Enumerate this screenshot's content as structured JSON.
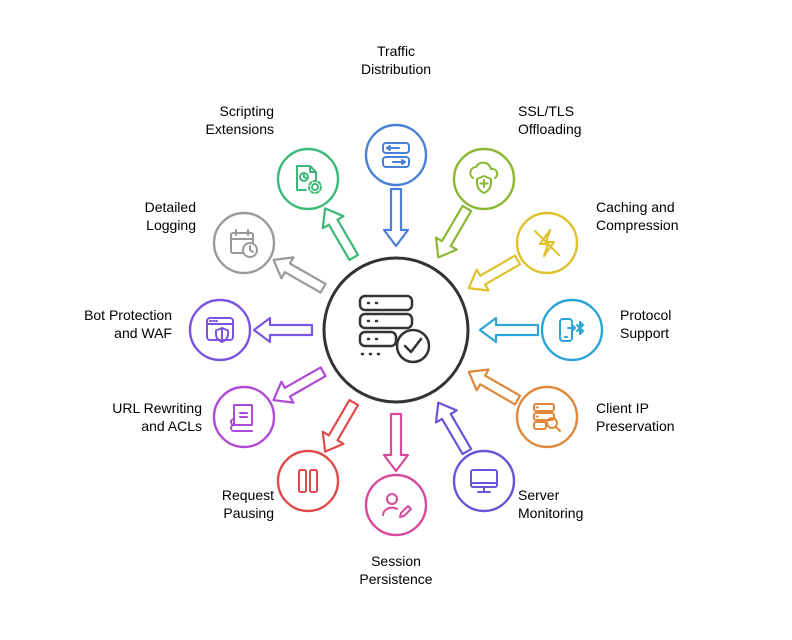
{
  "hub": {
    "icon": "server-check-icon",
    "stroke_color": "#333333"
  },
  "features": [
    {
      "id": "traffic-distribution",
      "line1": "Traffic",
      "line2": "Distribution",
      "color": "#4a7fd6",
      "icon": "arrows-swap-icon"
    },
    {
      "id": "ssl-tls-offloading",
      "line1": "SSL/TLS",
      "line2": "Offloading",
      "color": "#8ab833",
      "icon": "cloud-shield-icon"
    },
    {
      "id": "caching-compression",
      "line1": "Caching and",
      "line2": "Compression",
      "color": "#e0c12a",
      "icon": "lightning-off-icon"
    },
    {
      "id": "protocol-support",
      "line1": "Protocol",
      "line2": "Support",
      "color": "#2aa6d6",
      "icon": "phone-bluetooth-icon"
    },
    {
      "id": "client-ip-preservation",
      "line1": "Client IP",
      "line2": "Preservation",
      "color": "#e0883a",
      "icon": "server-search-icon"
    },
    {
      "id": "server-monitoring",
      "line1": "Server",
      "line2": "Monitoring",
      "color": "#6a55d8",
      "icon": "monitor-icon"
    },
    {
      "id": "session-persistence",
      "line1": "Session",
      "line2": "Persistence",
      "color": "#d84a9a",
      "icon": "user-edit-icon"
    },
    {
      "id": "request-pausing",
      "line1": "Request",
      "line2": "Pausing",
      "color": "#e04a4a",
      "icon": "pause-icon"
    },
    {
      "id": "url-rewriting-acls",
      "line1": "URL Rewriting",
      "line2": "and ACLs",
      "color": "#b04ad8",
      "icon": "book-icon"
    },
    {
      "id": "bot-protection-waf",
      "line1": "Bot Protection",
      "line2": "and WAF",
      "color": "#7a55e0",
      "icon": "browser-shield-icon"
    },
    {
      "id": "detailed-logging",
      "line1": "Detailed",
      "line2": "Logging",
      "color": "#9a9a9a",
      "icon": "calendar-clock-icon"
    },
    {
      "id": "scripting-extensions",
      "line1": "Scripting",
      "line2": "Extensions",
      "color": "#3cb878",
      "icon": "document-gear-icon"
    }
  ]
}
